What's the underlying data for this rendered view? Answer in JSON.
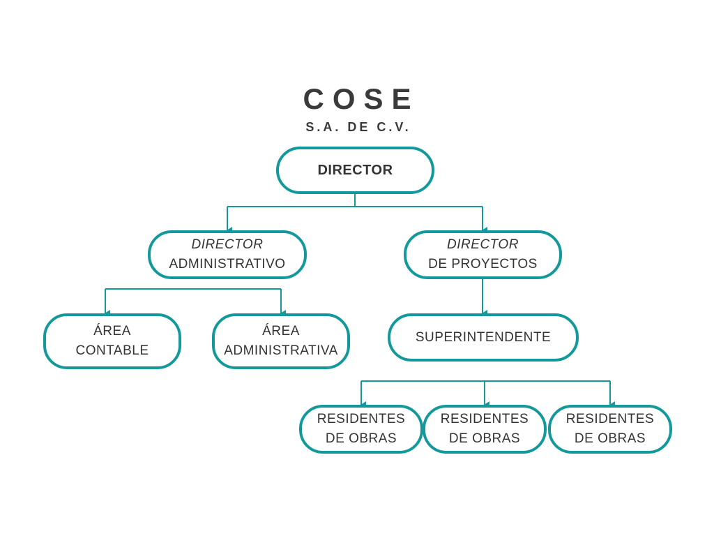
{
  "header": {
    "company": "COSE",
    "suffix": "S.A. DE C.V."
  },
  "colors": {
    "border": "#13999b",
    "text": "#333333"
  },
  "nodes": {
    "director": {
      "line1": "DIRECTOR"
    },
    "dir_admin": {
      "line1": "DIRECTOR",
      "line2": "ADMINISTRATIVO"
    },
    "dir_proy": {
      "line1": "DIRECTOR",
      "line2": "DE PROYECTOS"
    },
    "area_contable": {
      "line1": "ÁREA",
      "line2": "CONTABLE"
    },
    "area_admin": {
      "line1": "ÁREA",
      "line2": "ADMINISTRATIVA"
    },
    "superintendente": {
      "line1": "SUPERINTENDENTE"
    },
    "residentes_1": {
      "line1": "RESIDENTES",
      "line2": "DE OBRAS"
    },
    "residentes_2": {
      "line1": "RESIDENTES",
      "line2": "DE OBRAS"
    },
    "residentes_3": {
      "line1": "RESIDENTES",
      "line2": "DE OBRAS"
    }
  }
}
